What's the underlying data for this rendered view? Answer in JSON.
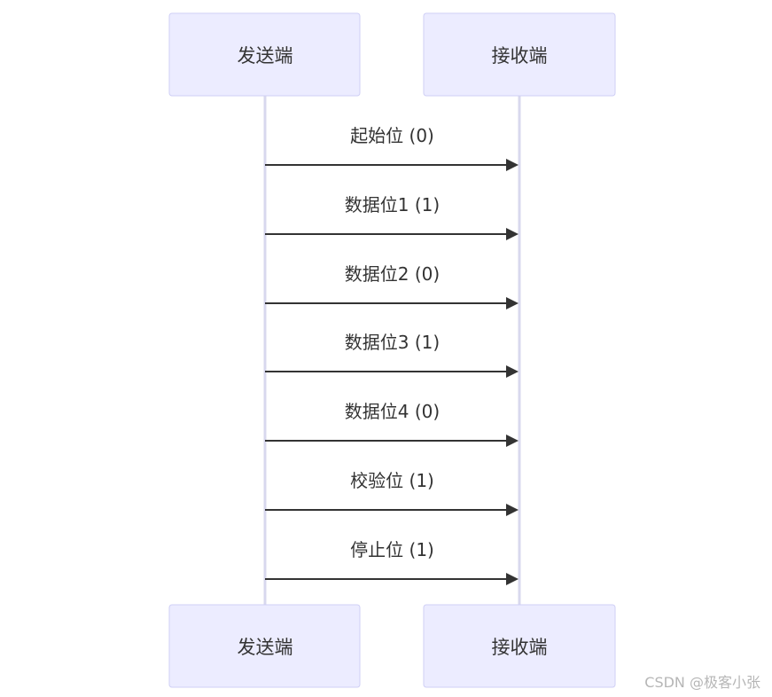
{
  "actors": [
    {
      "id": "sender",
      "label": "发送端"
    },
    {
      "id": "receiver",
      "label": "接收端"
    }
  ],
  "messages": [
    {
      "from": "sender",
      "to": "receiver",
      "label": "起始位 (0)"
    },
    {
      "from": "sender",
      "to": "receiver",
      "label": "数据位1 (1)"
    },
    {
      "from": "sender",
      "to": "receiver",
      "label": "数据位2 (0)"
    },
    {
      "from": "sender",
      "to": "receiver",
      "label": "数据位3 (1)"
    },
    {
      "from": "sender",
      "to": "receiver",
      "label": "数据位4 (0)"
    },
    {
      "from": "sender",
      "to": "receiver",
      "label": "校验位 (1)"
    },
    {
      "from": "sender",
      "to": "receiver",
      "label": "停止位 (1)"
    }
  ],
  "watermark": "CSDN @极客小张",
  "colors": {
    "actor_fill": "#ececff",
    "actor_border": "#cfcff5",
    "lifeline": "#d8d8ee",
    "arrow": "#333333",
    "text": "#333333",
    "watermark": "#b6b6b6"
  }
}
